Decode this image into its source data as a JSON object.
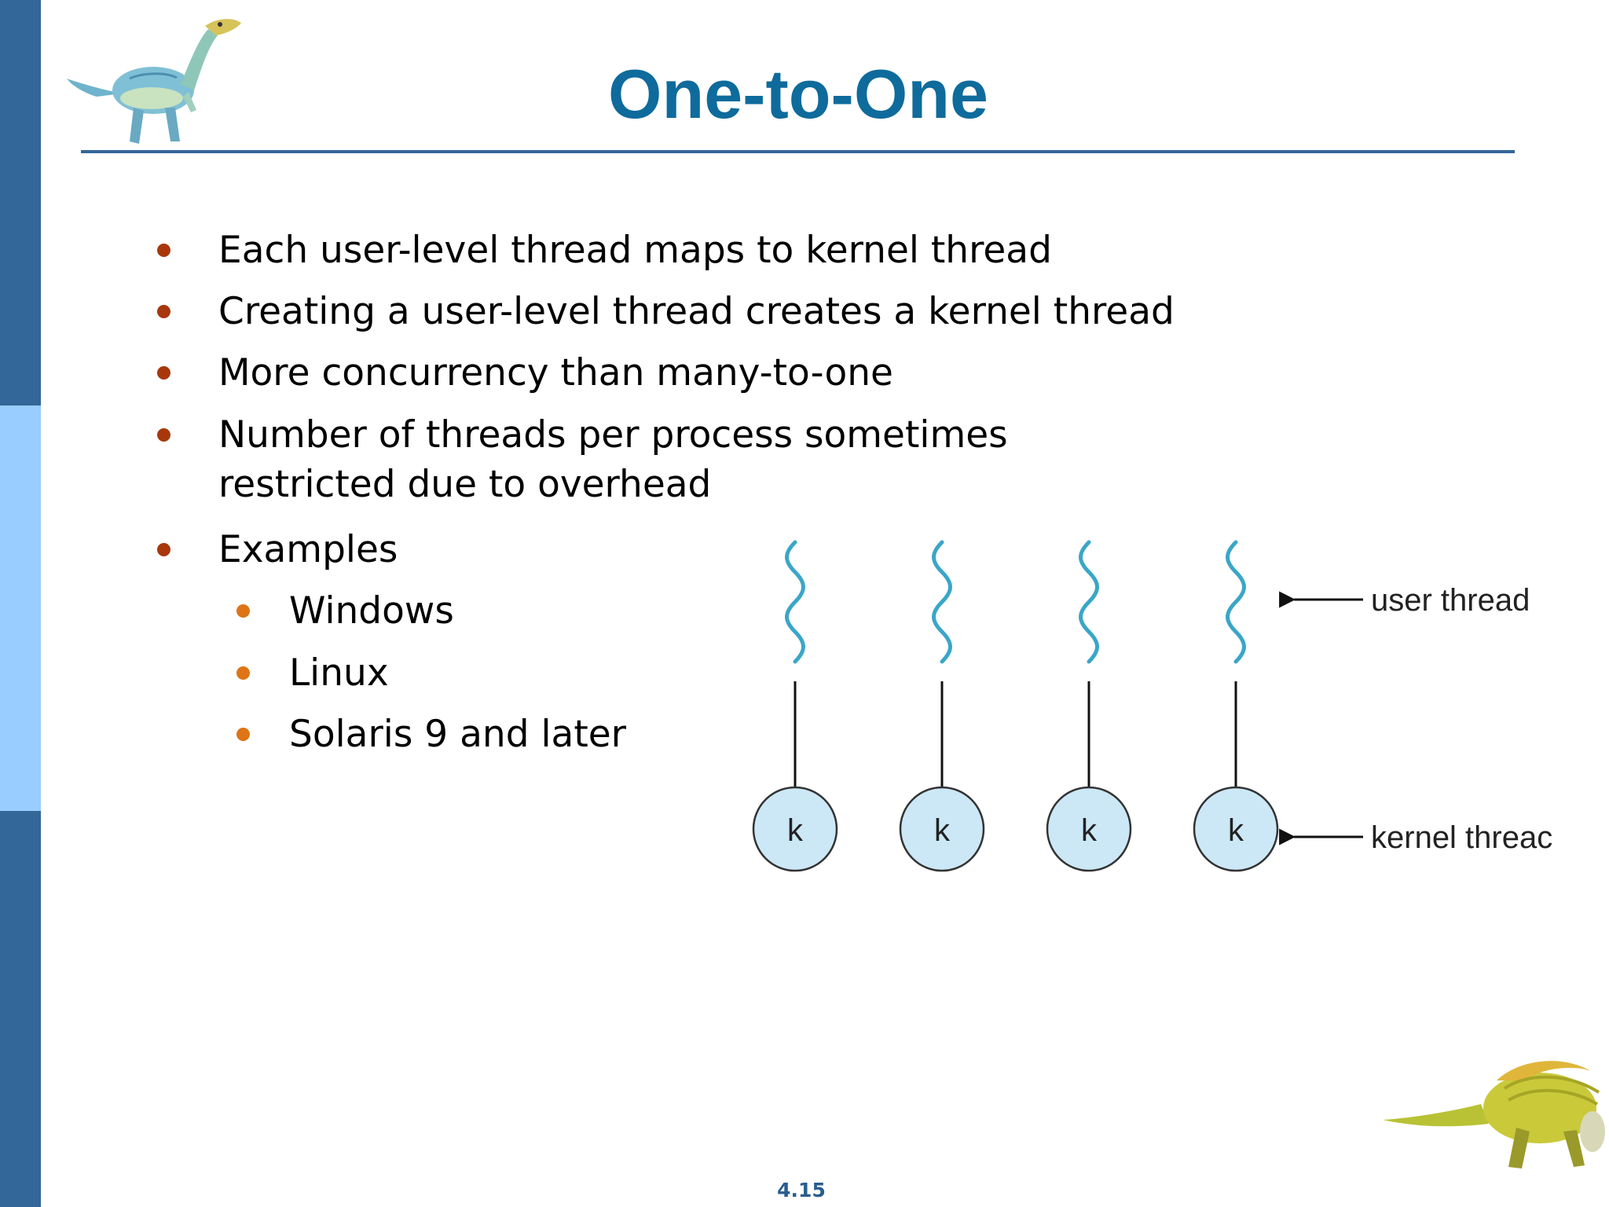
{
  "slide": {
    "title": "One-to-One",
    "page_number": "4.15"
  },
  "bullets": [
    {
      "text": "Each user-level thread maps to kernel thread"
    },
    {
      "text": "Creating a user-level thread creates a kernel thread"
    },
    {
      "text": "More concurrency than many-to-one"
    },
    {
      "line1": "Number of threads per process sometimes",
      "line2": "restricted due to overhead"
    },
    {
      "text": "Examples"
    }
  ],
  "sub_bullets": [
    {
      "text": "Windows"
    },
    {
      "text": "Linux"
    },
    {
      "text": "Solaris 9 and later"
    }
  ],
  "diagram": {
    "user_thread_label": "user thread",
    "kernel_thread_label": "kernel threac",
    "kernel_nodes": [
      "k",
      "k",
      "k",
      "k"
    ]
  },
  "colors": {
    "title": "#0e6b9c",
    "sidebar_dark": "#336699",
    "sidebar_light": "#99ccff",
    "bullet_level1": "#a8380c",
    "bullet_level2": "#de7415",
    "thread_wave": "#3aa6c8",
    "kernel_node_fill": "#cce8f7"
  },
  "icons": [
    "dinosaur-top-icon",
    "dinosaur-bottom-icon",
    "arrow-left-icon"
  ]
}
